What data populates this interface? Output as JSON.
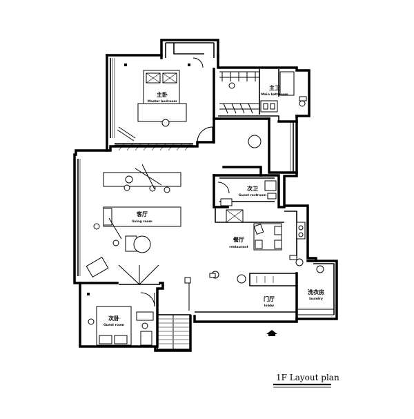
{
  "plan_title": "1F Layout plan",
  "rooms": {
    "master_bedroom": {
      "zh": "主卧",
      "en": "Master bedroom"
    },
    "main_bathroom": {
      "zh": "主卫",
      "en": "Main bathroom"
    },
    "living_room": {
      "zh": "客厅",
      "en": "living room"
    },
    "guest_restroom": {
      "zh": "次卫",
      "en": "Guest restroom"
    },
    "restaurant": {
      "zh": "餐厅",
      "en": "restaurant"
    },
    "guest_room": {
      "zh": "次卧",
      "en": "Guest room"
    },
    "lobby": {
      "zh": "门厅",
      "en": "lobby"
    },
    "laundry": {
      "zh": "洗衣房",
      "en": "laundry"
    }
  }
}
